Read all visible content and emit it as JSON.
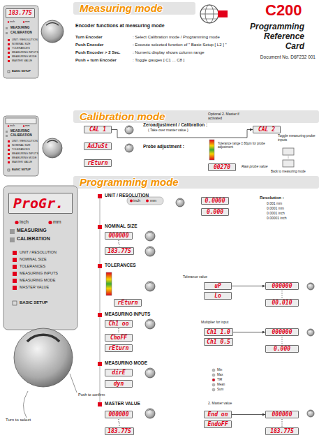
{
  "diagram": {
    "title": "C200",
    "nodes": [
      {
        "text": [
          "Measuring mode"
        ]
      },
      {
        "text": [
          "Calibration mode"
        ]
      },
      {
        "text": [
          "Programming mode"
        ]
      },
      {
        "text": [
          "CAL 1"
        ]
      },
      {
        "text": [
          "CAL 2"
        ]
      },
      {
        "text": [
          "AdJuSt"
        ]
      },
      {
        "text": [
          "rEturn"
        ]
      },
      {
        "text": [
          "00270"
        ]
      },
      {
        "text": [
          "UNIT / RESOLUTION"
        ]
      },
      {
        "text": [
          "0.0000"
        ]
      },
      {
        "text": [
          "0.000"
        ]
      },
      {
        "text": [
          "NOMINAL SIZE"
        ]
      },
      {
        "text": [
          "000000"
        ]
      },
      {
        "text": [
          "183.775"
        ]
      },
      {
        "text": [
          "TOLERANCES"
        ]
      },
      {
        "text": [
          "rEturn"
        ]
      },
      {
        "text": [
          "uP"
        ]
      },
      {
        "text": [
          "Lo"
        ]
      },
      {
        "text": [
          "000000"
        ]
      },
      {
        "text": [
          "00.010"
        ]
      },
      {
        "text": [
          "MEASURING INPUTS"
        ]
      },
      {
        "text": [
          "Ch1 oo"
        ]
      },
      {
        "text": [
          "ChoFF"
        ]
      },
      {
        "text": [
          "rEturn"
        ]
      },
      {
        "text": [
          "Ch1 1.0"
        ]
      },
      {
        "text": [
          "Ch1 0.5"
        ]
      },
      {
        "text": [
          "000000"
        ]
      },
      {
        "text": [
          "0.000"
        ]
      },
      {
        "text": [
          "MEASURING MODE"
        ]
      },
      {
        "text": [
          "dirE"
        ]
      },
      {
        "text": [
          "dyn"
        ]
      },
      {
        "text": [
          "MASTER VALUE"
        ]
      },
      {
        "text": [
          "000000"
        ]
      },
      {
        "text": [
          "183.775"
        ]
      },
      {
        "text": [
          "End on"
        ]
      },
      {
        "text": [
          "EndoFF"
        ]
      },
      {
        "text": [
          "000000"
        ]
      },
      {
        "text": [
          "183.775"
        ]
      },
      {
        "text": [
          "ProGr."
        ]
      },
      {
        "text": [
          "183.775"
        ]
      }
    ],
    "edges": [
      {
        "from": 3,
        "to": 4,
        "arrow": "to"
      },
      {
        "from": 12,
        "to": 13,
        "arrow": "none"
      },
      {
        "from": 16,
        "to": 18,
        "arrow": "to"
      },
      {
        "from": 24,
        "to": 26,
        "arrow": "to"
      },
      {
        "from": 34,
        "to": 36,
        "arrow": "to"
      },
      {
        "from": 21,
        "to": 22,
        "arrow": "none"
      },
      {
        "from": 32,
        "to": 33,
        "arrow": "none"
      },
      {
        "from": 36,
        "to": 37,
        "arrow": "none"
      },
      {
        "from": 26,
        "to": 27,
        "arrow": "none"
      },
      {
        "from": 18,
        "to": 19,
        "arrow": "none"
      }
    ],
    "labels": [
      "Programming Reference Card",
      "Document No. D6F232 001",
      "inch",
      "mm",
      "MEASURING",
      "CALIBRATION",
      "UNIT / RESOLUTION",
      "NOMINAL SIZE",
      "TOLERANCES",
      "MEASURING INPUTS",
      "MEASURING MODE",
      "MASTER VALUE",
      "BASIC SETUP",
      "Encoder functions at measuring mode",
      "Turn Encoder",
      ": Select Calibration mode / Programming mode",
      "Push Encoder",
      ": Execute selected function of \" Basic Setup [ L2 ] \"",
      "Push Encoder > 2 Sec.",
      ": Numeric display shows column range",
      "Push + turn Encoder",
      ": Toggle gauges [ C1 ... C8 ]",
      "inch",
      "mm",
      "MEASURING",
      "CALIBRATION",
      "UNIT / RESOLUTION",
      "NOMINAL SIZE",
      "TOLERANCES",
      "MEASURING INPUTS",
      "MEASURING MODE",
      "MASTER VALUE",
      "BASIC SETUP",
      "Zeroadjustment / Calibration :",
      "( Take over master value )",
      "Optional 2. Master if activated",
      "Probe adjustment :",
      "Tolerance range ± 80µm for probe adjustment",
      "Raw probe value",
      "Toggle measuring probe inputs",
      "Back to measuring mode",
      "inch",
      "mm",
      "MEASURING",
      "CALIBRATION",
      "UNIT / RESOLUTION",
      "NOMINAL SIZE",
      "TOLERANCES",
      "MEASURING INPUTS",
      "MEASURING MODE",
      "MASTER VALUE",
      "BASIC SETUP",
      "Turn to select",
      "Push to confirm",
      "inch",
      "mm",
      "Resolution :",
      "0.001 mm",
      "0.0001 mm",
      "0.0001 inch",
      "0.00001 inch",
      "Tolerance value",
      "Multiplier for input",
      "Min",
      "Max",
      "TIR",
      "Mean",
      "Sum",
      "2. Master value"
    ]
  }
}
